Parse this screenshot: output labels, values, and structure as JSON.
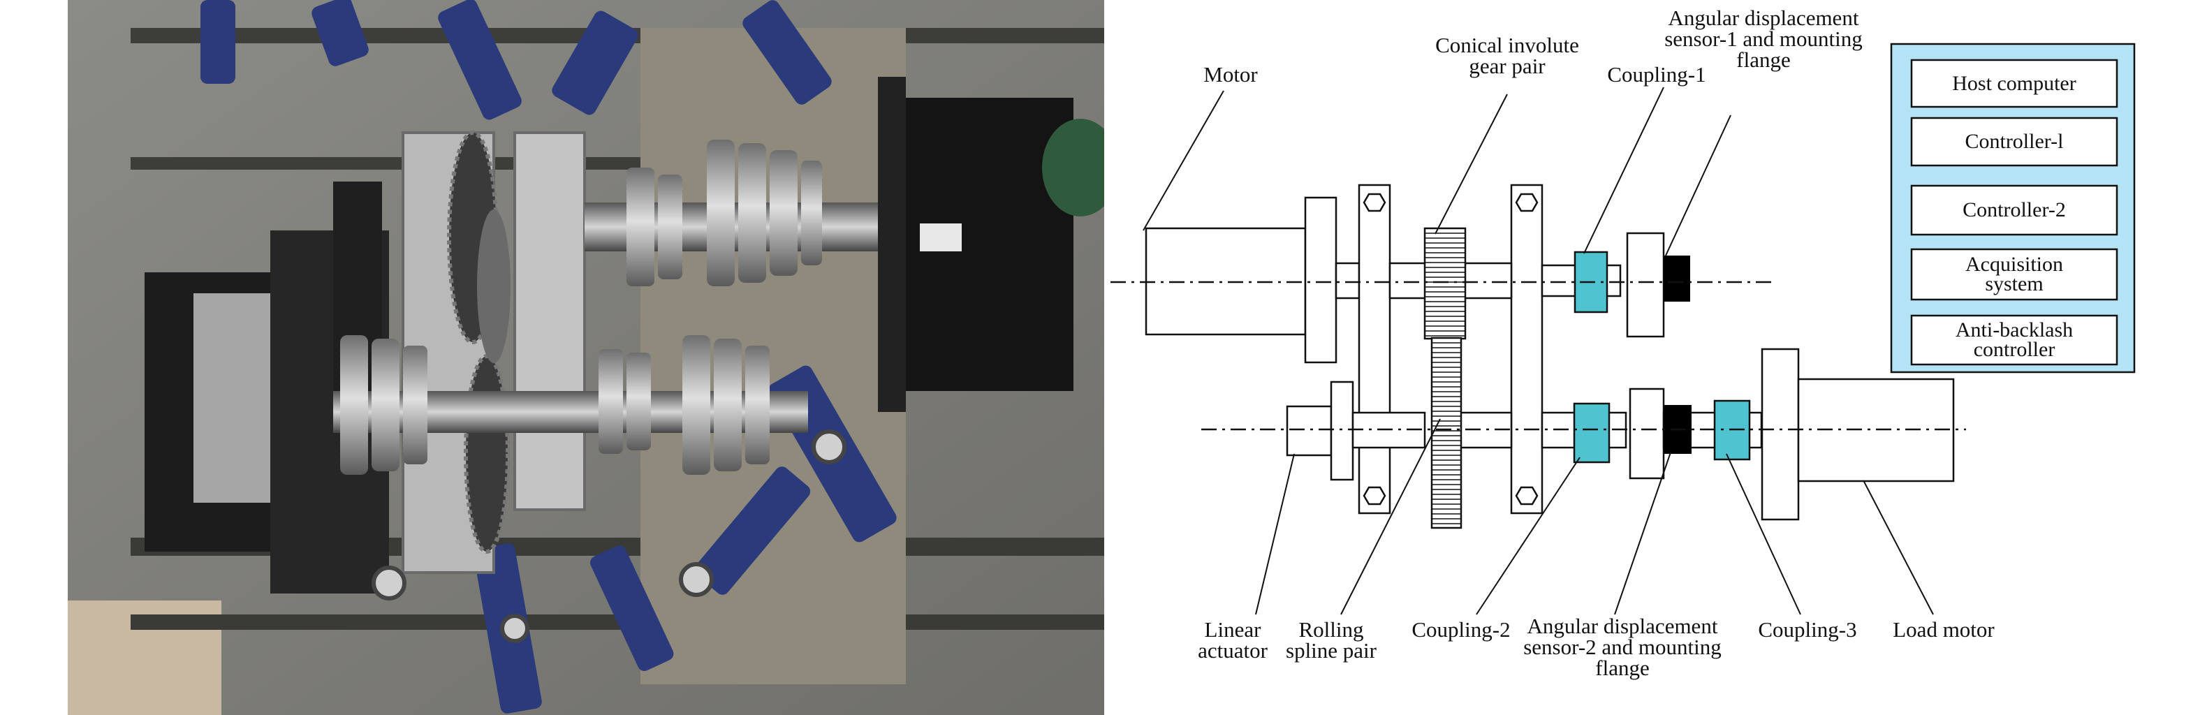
{
  "colors": {
    "coupling": "#4fc3cf",
    "sensor": "#000000",
    "panel_bg": "#b3e3f5",
    "photo_metal": "#a9a9a9",
    "photo_blue": "#2b3a7a"
  },
  "labels": {
    "motor": "Motor",
    "conical_gear": "Conical involute\ngear pair",
    "coupling_1": "Coupling-1",
    "sensor_1": "Angular displacement\nsensor-1 and mounting\nflange",
    "linear_actuator": "Linear\nactuator",
    "rolling_spline": "Rolling\nspline pair",
    "coupling_2": "Coupling-2",
    "sensor_2": "Angular displacement\nsensor-2 and mounting\nflange",
    "coupling_3": "Coupling-3",
    "load_motor": "Load motor"
  },
  "control_panel": {
    "items": [
      "Host computer",
      "Controller-l",
      "Controller-2",
      "Acquisition\nsystem",
      "Anti-backlash\ncontroller"
    ]
  }
}
